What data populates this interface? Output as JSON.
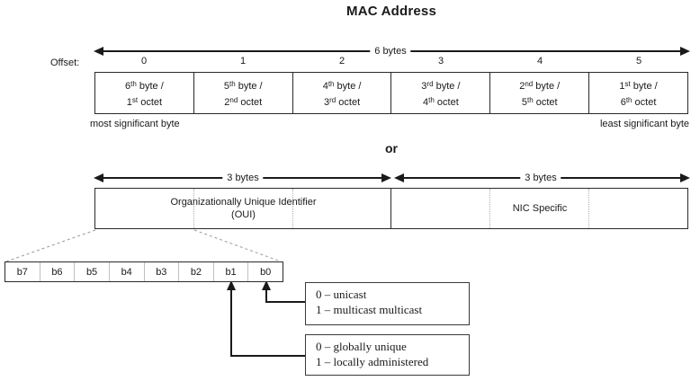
{
  "title": "MAC Address",
  "or_label": "or",
  "offset_label": "Offset:",
  "offsets": [
    "0",
    "1",
    "2",
    "3",
    "4",
    "5"
  ],
  "six_bytes_label": "6 bytes",
  "three_bytes_left_label": "3 bytes",
  "three_bytes_right_label": "3 bytes",
  "bytes_table": {
    "cells": [
      {
        "l1num": "6",
        "l1sup": "th",
        "l1rest": " byte /",
        "l2num": "1",
        "l2sup": "st",
        "l2rest": " octet"
      },
      {
        "l1num": "5",
        "l1sup": "th",
        "l1rest": " byte /",
        "l2num": "2",
        "l2sup": "nd",
        "l2rest": " octet"
      },
      {
        "l1num": "4",
        "l1sup": "th",
        "l1rest": " byte /",
        "l2num": "3",
        "l2sup": "rd",
        "l2rest": " octet"
      },
      {
        "l1num": "3",
        "l1sup": "rd",
        "l1rest": " byte /",
        "l2num": "4",
        "l2sup": "th",
        "l2rest": " octet"
      },
      {
        "l1num": "2",
        "l1sup": "nd",
        "l1rest": " byte /",
        "l2num": "5",
        "l2sup": "th",
        "l2rest": " octet"
      },
      {
        "l1num": "1",
        "l1sup": "st",
        "l1rest": " byte /",
        "l2num": "6",
        "l2sup": "th",
        "l2rest": " octet"
      }
    ],
    "msb_label": "most significant byte",
    "lsb_label": "least significant byte"
  },
  "oui_table": {
    "left_line1": "Organizationally Unique Identifier",
    "left_line2": "(OUI)",
    "right_label": "NIC Specific"
  },
  "bit_table": {
    "bits": [
      "b7",
      "b6",
      "b5",
      "b4",
      "b3",
      "b2",
      "b1",
      "b0"
    ]
  },
  "legend_boxes": [
    {
      "line1": "0 – unicast",
      "line2": "1 – multicast multicast"
    },
    {
      "line1": "0 – globally unique",
      "line2": "1 – locally administered"
    }
  ],
  "colors": {
    "line": "#1a1a1a",
    "faint_divider": "#b0b0b0",
    "dashed_diagonal": "#9a9a9a",
    "background": "#ffffff"
  }
}
